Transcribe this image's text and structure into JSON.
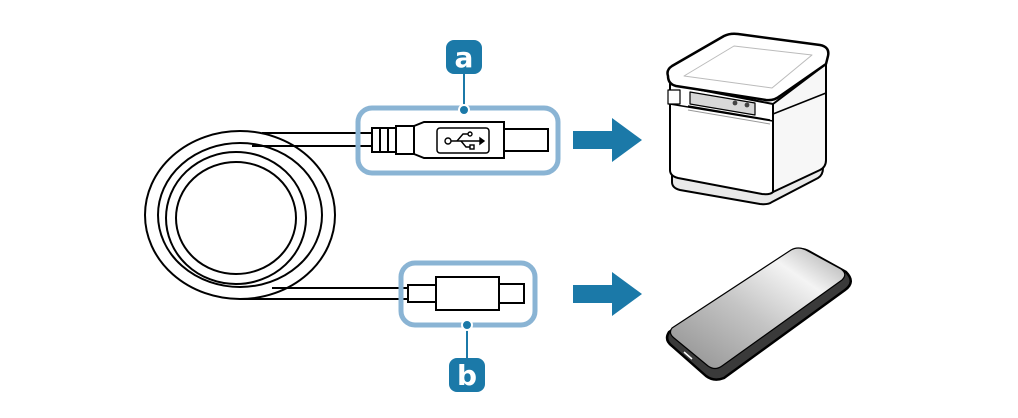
{
  "diagram": {
    "title": "USB cable connection diagram",
    "colors": {
      "accent": "#1b79a8",
      "highlight": "#8ab4d4",
      "line": "#000000",
      "background": "#ffffff"
    },
    "cable": {
      "name": "USB cable",
      "end_a": {
        "connector": "USB Type-B",
        "icon": "usb-trident-icon"
      },
      "end_b": {
        "connector": "USB Type-C"
      }
    },
    "callouts": [
      {
        "id": "a",
        "label": "a",
        "target": "USB Type-B connector",
        "destination": "receipt printer"
      },
      {
        "id": "b",
        "label": "b",
        "target": "USB Type-C connector",
        "destination": "smartphone"
      }
    ],
    "devices": [
      {
        "name": "receipt-printer",
        "description": "Receipt printer"
      },
      {
        "name": "smartphone",
        "description": "Smartphone"
      }
    ],
    "arrows": [
      {
        "from": "a",
        "to": "receipt-printer",
        "icon": "arrow-right-icon"
      },
      {
        "from": "b",
        "to": "smartphone",
        "icon": "arrow-right-icon"
      }
    ]
  }
}
